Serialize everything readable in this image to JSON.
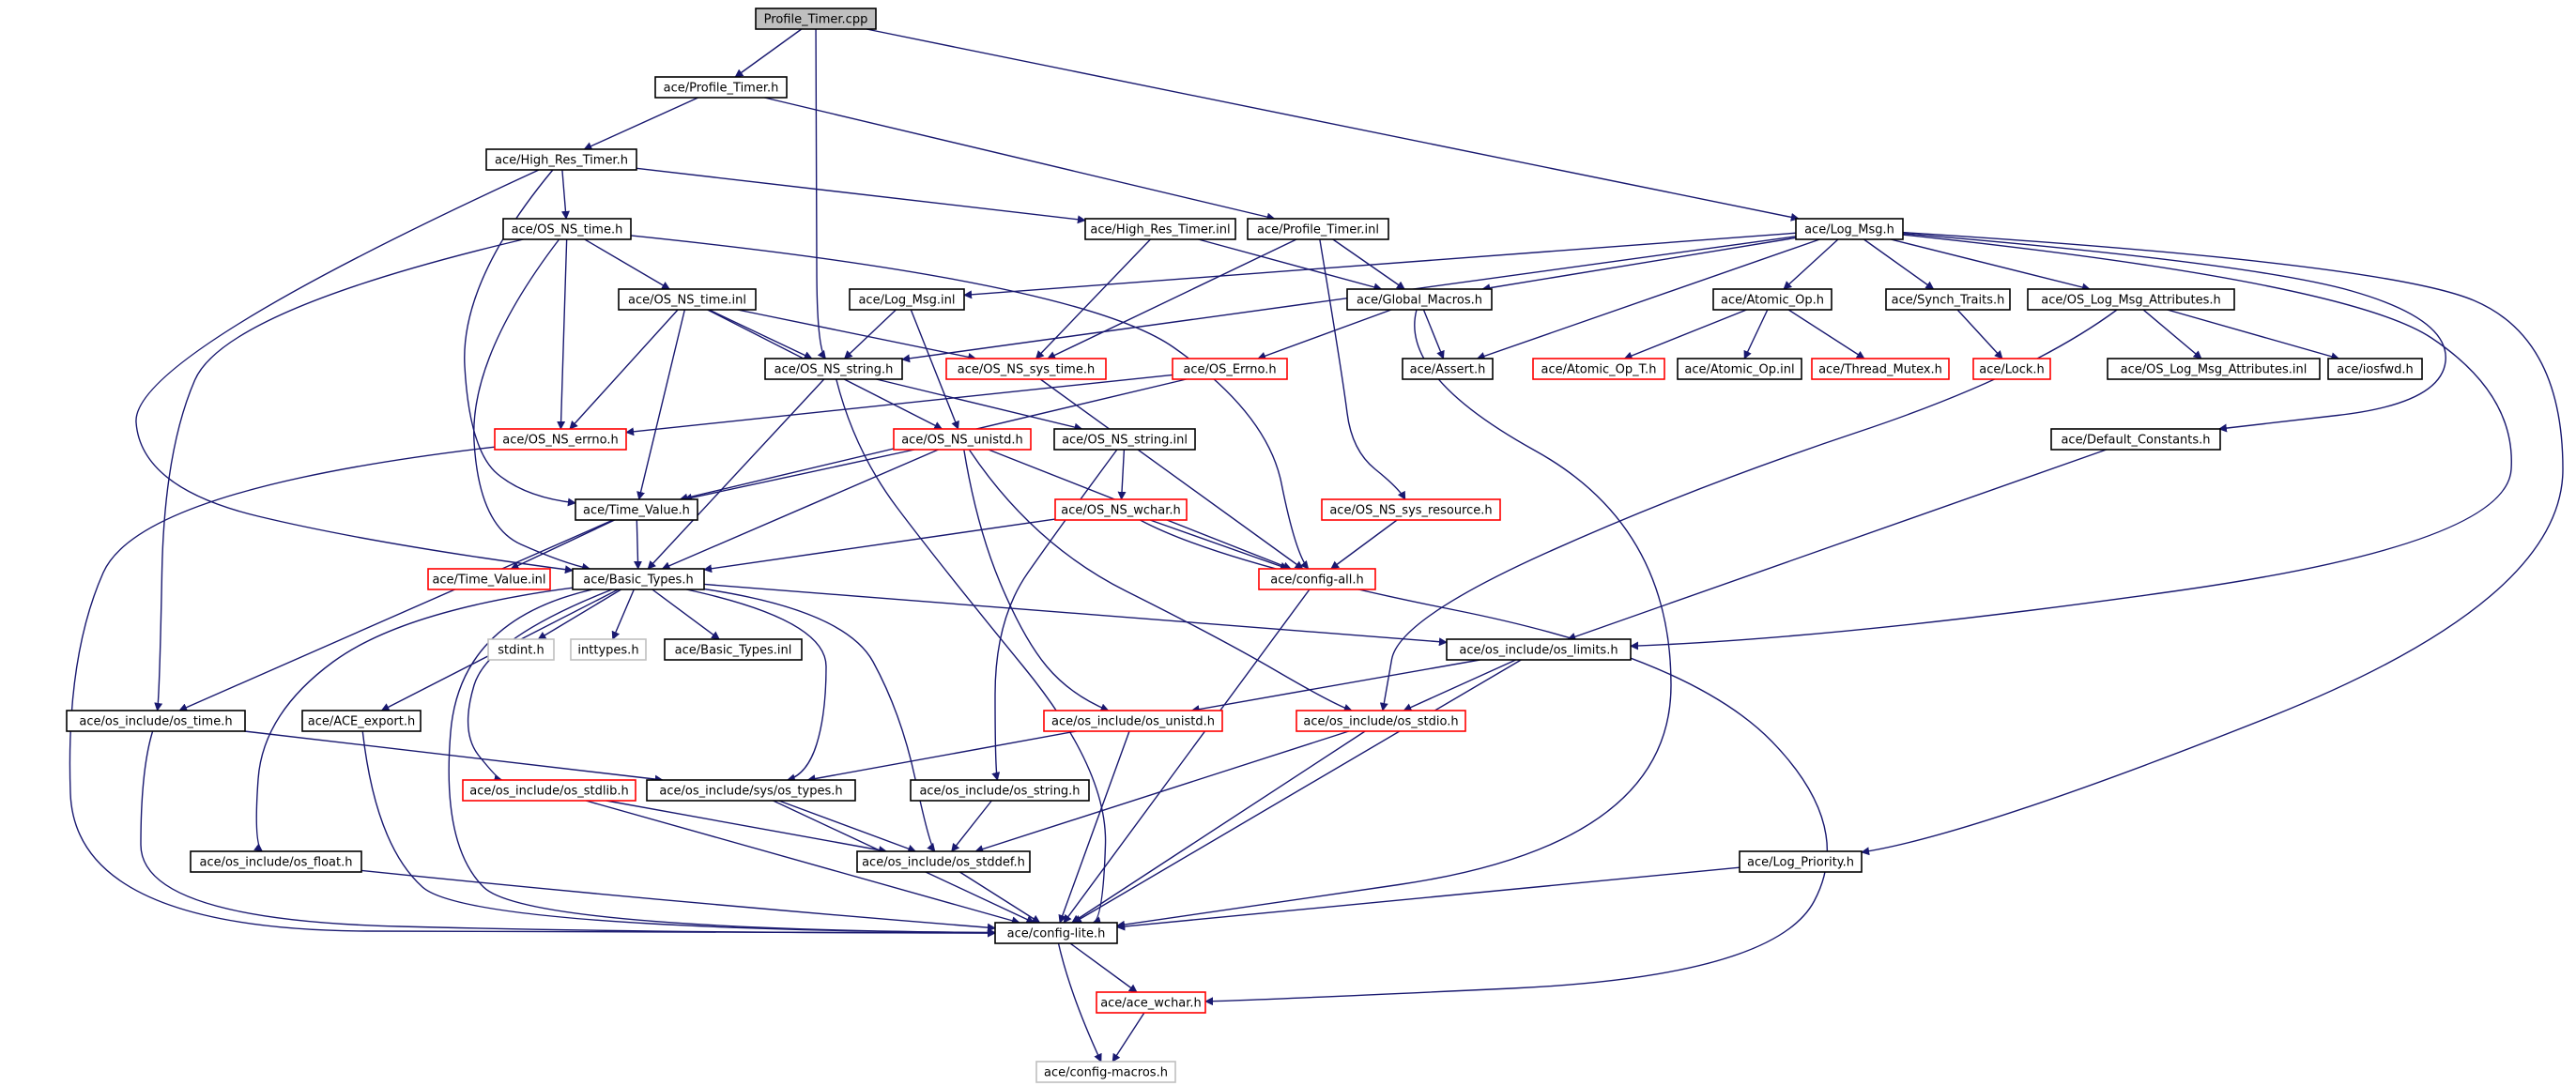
{
  "colors": {
    "edge": "#191970",
    "border_black": "#000000",
    "border_red": "#ff0000",
    "border_gray": "#bfbfbf",
    "root_fill": "#bfbfbf",
    "node_fill": "#ffffff"
  },
  "nodes": [
    {
      "id": "profile_timer_cpp",
      "label": "Profile_Timer.cpp",
      "style": "root"
    },
    {
      "id": "profile_timer_h",
      "label": "ace/Profile_Timer.h",
      "style": "black"
    },
    {
      "id": "high_res_timer_h",
      "label": "ace/High_Res_Timer.h",
      "style": "black"
    },
    {
      "id": "os_ns_time_h",
      "label": "ace/OS_NS_time.h",
      "style": "black"
    },
    {
      "id": "high_res_timer_inl",
      "label": "ace/High_Res_Timer.inl",
      "style": "black"
    },
    {
      "id": "profile_timer_inl",
      "label": "ace/Profile_Timer.inl",
      "style": "black"
    },
    {
      "id": "log_msg_h",
      "label": "ace/Log_Msg.h",
      "style": "black"
    },
    {
      "id": "os_ns_time_inl",
      "label": "ace/OS_NS_time.inl",
      "style": "black"
    },
    {
      "id": "log_msg_inl",
      "label": "ace/Log_Msg.inl",
      "style": "black"
    },
    {
      "id": "global_macros_h",
      "label": "ace/Global_Macros.h",
      "style": "black"
    },
    {
      "id": "atomic_op_h",
      "label": "ace/Atomic_Op.h",
      "style": "black"
    },
    {
      "id": "synch_traits_h",
      "label": "ace/Synch_Traits.h",
      "style": "black"
    },
    {
      "id": "os_log_msg_attributes_h",
      "label": "ace/OS_Log_Msg_Attributes.h",
      "style": "black"
    },
    {
      "id": "os_ns_string_h",
      "label": "ace/OS_NS_string.h",
      "style": "black"
    },
    {
      "id": "os_ns_sys_time_h",
      "label": "ace/OS_NS_sys_time.h",
      "style": "red"
    },
    {
      "id": "os_errno_h",
      "label": "ace/OS_Errno.h",
      "style": "red"
    },
    {
      "id": "assert_h",
      "label": "ace/Assert.h",
      "style": "black"
    },
    {
      "id": "atomic_op_t_h",
      "label": "ace/Atomic_Op_T.h",
      "style": "red"
    },
    {
      "id": "atomic_op_inl",
      "label": "ace/Atomic_Op.inl",
      "style": "black"
    },
    {
      "id": "thread_mutex_h",
      "label": "ace/Thread_Mutex.h",
      "style": "red"
    },
    {
      "id": "lock_h",
      "label": "ace/Lock.h",
      "style": "red"
    },
    {
      "id": "os_log_msg_attributes_inl",
      "label": "ace/OS_Log_Msg_Attributes.inl",
      "style": "black"
    },
    {
      "id": "iosfwd_h",
      "label": "ace/iosfwd.h",
      "style": "black"
    },
    {
      "id": "os_ns_errno_h",
      "label": "ace/OS_NS_errno.h",
      "style": "red"
    },
    {
      "id": "os_ns_unistd_h",
      "label": "ace/OS_NS_unistd.h",
      "style": "red"
    },
    {
      "id": "os_ns_string_inl",
      "label": "ace/OS_NS_string.inl",
      "style": "black"
    },
    {
      "id": "default_constants_h",
      "label": "ace/Default_Constants.h",
      "style": "black"
    },
    {
      "id": "time_value_h",
      "label": "ace/Time_Value.h",
      "style": "black"
    },
    {
      "id": "os_ns_wchar_h",
      "label": "ace/OS_NS_wchar.h",
      "style": "red"
    },
    {
      "id": "os_ns_sys_resource_h",
      "label": "ace/OS_NS_sys_resource.h",
      "style": "red"
    },
    {
      "id": "time_value_inl",
      "label": "ace/Time_Value.inl",
      "style": "red"
    },
    {
      "id": "basic_types_h",
      "label": "ace/Basic_Types.h",
      "style": "black"
    },
    {
      "id": "config_all_h",
      "label": "ace/config-all.h",
      "style": "red"
    },
    {
      "id": "stdint_h",
      "label": "stdint.h",
      "style": "gray"
    },
    {
      "id": "inttypes_h",
      "label": "inttypes.h",
      "style": "gray"
    },
    {
      "id": "basic_types_inl",
      "label": "ace/Basic_Types.inl",
      "style": "black"
    },
    {
      "id": "os_limits_h",
      "label": "ace/os_include/os_limits.h",
      "style": "black"
    },
    {
      "id": "os_time_h",
      "label": "ace/os_include/os_time.h",
      "style": "black"
    },
    {
      "id": "ace_export_h",
      "label": "ace/ACE_export.h",
      "style": "black"
    },
    {
      "id": "os_unistd_h",
      "label": "ace/os_include/os_unistd.h",
      "style": "red"
    },
    {
      "id": "os_stdio_h",
      "label": "ace/os_include/os_stdio.h",
      "style": "red"
    },
    {
      "id": "os_stdlib_h",
      "label": "ace/os_include/os_stdlib.h",
      "style": "red"
    },
    {
      "id": "sys_os_types_h",
      "label": "ace/os_include/sys/os_types.h",
      "style": "black"
    },
    {
      "id": "os_string_h",
      "label": "ace/os_include/os_string.h",
      "style": "black"
    },
    {
      "id": "os_float_h",
      "label": "ace/os_include/os_float.h",
      "style": "black"
    },
    {
      "id": "os_stddef_h",
      "label": "ace/os_include/os_stddef.h",
      "style": "black"
    },
    {
      "id": "log_priority_h",
      "label": "ace/Log_Priority.h",
      "style": "black"
    },
    {
      "id": "config_lite_h",
      "label": "ace/config-lite.h",
      "style": "black"
    },
    {
      "id": "ace_wchar_h",
      "label": "ace/ace_wchar.h",
      "style": "red"
    },
    {
      "id": "config_macros_h",
      "label": "ace/config-macros.h",
      "style": "gray"
    }
  ],
  "edges": [
    [
      "profile_timer_cpp",
      "profile_timer_h"
    ],
    [
      "profile_timer_cpp",
      "os_ns_string_h"
    ],
    [
      "profile_timer_cpp",
      "log_msg_h"
    ],
    [
      "profile_timer_h",
      "high_res_timer_h"
    ],
    [
      "profile_timer_h",
      "profile_timer_inl"
    ],
    [
      "high_res_timer_h",
      "os_ns_time_h"
    ],
    [
      "high_res_timer_h",
      "high_res_timer_inl"
    ],
    [
      "high_res_timer_h",
      "basic_types_h"
    ],
    [
      "high_res_timer_h",
      "time_value_h"
    ],
    [
      "os_ns_time_h",
      "os_ns_time_inl"
    ],
    [
      "os_ns_time_h",
      "os_ns_errno_h"
    ],
    [
      "os_ns_time_h",
      "basic_types_h"
    ],
    [
      "os_ns_time_h",
      "os_time_h"
    ],
    [
      "os_ns_time_h",
      "config_all_h"
    ],
    [
      "high_res_timer_inl",
      "global_macros_h"
    ],
    [
      "high_res_timer_inl",
      "os_ns_sys_time_h"
    ],
    [
      "profile_timer_inl",
      "global_macros_h"
    ],
    [
      "profile_timer_inl",
      "os_ns_sys_time_h"
    ],
    [
      "profile_timer_inl",
      "os_ns_sys_resource_h"
    ],
    [
      "log_msg_h",
      "log_msg_inl"
    ],
    [
      "log_msg_h",
      "global_macros_h"
    ],
    [
      "log_msg_h",
      "atomic_op_h"
    ],
    [
      "log_msg_h",
      "synch_traits_h"
    ],
    [
      "log_msg_h",
      "os_log_msg_attributes_h"
    ],
    [
      "log_msg_h",
      "assert_h"
    ],
    [
      "log_msg_h",
      "default_constants_h"
    ],
    [
      "log_msg_h",
      "os_limits_h"
    ],
    [
      "log_msg_h",
      "log_priority_h"
    ],
    [
      "log_msg_h",
      "os_ns_string_h"
    ],
    [
      "os_ns_time_inl",
      "os_ns_string_h"
    ],
    [
      "os_ns_time_inl",
      "os_ns_sys_time_h"
    ],
    [
      "os_ns_time_inl",
      "os_ns_errno_h"
    ],
    [
      "os_ns_time_inl",
      "os_ns_unistd_h"
    ],
    [
      "os_ns_time_inl",
      "time_value_h"
    ],
    [
      "log_msg_inl",
      "os_ns_string_h"
    ],
    [
      "log_msg_inl",
      "os_ns_unistd_h"
    ],
    [
      "global_macros_h",
      "assert_h"
    ],
    [
      "global_macros_h",
      "os_errno_h"
    ],
    [
      "global_macros_h",
      "config_lite_h"
    ],
    [
      "atomic_op_h",
      "atomic_op_t_h"
    ],
    [
      "atomic_op_h",
      "atomic_op_inl"
    ],
    [
      "atomic_op_h",
      "thread_mutex_h"
    ],
    [
      "synch_traits_h",
      "lock_h"
    ],
    [
      "os_log_msg_attributes_h",
      "os_log_msg_attributes_inl"
    ],
    [
      "os_log_msg_attributes_h",
      "iosfwd_h"
    ],
    [
      "os_log_msg_attributes_h",
      "os_stdio_h"
    ],
    [
      "os_ns_string_h",
      "os_ns_string_inl"
    ],
    [
      "os_ns_string_h",
      "basic_types_h"
    ],
    [
      "os_ns_string_h",
      "config_lite_h"
    ],
    [
      "os_ns_sys_time_h",
      "config_all_h"
    ],
    [
      "os_errno_h",
      "os_ns_errno_h"
    ],
    [
      "os_errno_h",
      "time_value_h"
    ],
    [
      "os_ns_errno_h",
      "config_lite_h"
    ],
    [
      "os_ns_unistd_h",
      "time_value_h"
    ],
    [
      "os_ns_unistd_h",
      "basic_types_h"
    ],
    [
      "os_ns_unistd_h",
      "config_all_h"
    ],
    [
      "os_ns_unistd_h",
      "os_unistd_h"
    ],
    [
      "os_ns_unistd_h",
      "os_stdio_h"
    ],
    [
      "os_ns_string_inl",
      "os_ns_wchar_h"
    ],
    [
      "os_ns_string_inl",
      "os_string_h"
    ],
    [
      "default_constants_h",
      "os_limits_h"
    ],
    [
      "time_value_h",
      "basic_types_h"
    ],
    [
      "time_value_h",
      "time_value_inl"
    ],
    [
      "time_value_h",
      "os_time_h"
    ],
    [
      "os_ns_wchar_h",
      "basic_types_h"
    ],
    [
      "os_ns_wchar_h",
      "config_all_h"
    ],
    [
      "os_ns_wchar_h",
      "ace_wchar_h"
    ],
    [
      "os_ns_sys_resource_h",
      "config_all_h"
    ],
    [
      "basic_types_h",
      "stdint_h"
    ],
    [
      "basic_types_h",
      "inttypes_h"
    ],
    [
      "basic_types_h",
      "basic_types_inl"
    ],
    [
      "basic_types_h",
      "os_limits_h"
    ],
    [
      "basic_types_h",
      "ace_export_h"
    ],
    [
      "basic_types_h",
      "os_stdlib_h"
    ],
    [
      "basic_types_h",
      "sys_os_types_h"
    ],
    [
      "basic_types_h",
      "os_float_h"
    ],
    [
      "basic_types_h",
      "os_stddef_h"
    ],
    [
      "basic_types_h",
      "config_lite_h"
    ],
    [
      "config_all_h",
      "config_lite_h"
    ],
    [
      "os_limits_h",
      "os_unistd_h"
    ],
    [
      "os_limits_h",
      "os_stdio_h"
    ],
    [
      "os_limits_h",
      "config_lite_h"
    ],
    [
      "os_time_h",
      "sys_os_types_h"
    ],
    [
      "os_time_h",
      "config_lite_h"
    ],
    [
      "ace_export_h",
      "config_lite_h"
    ],
    [
      "os_unistd_h",
      "sys_os_types_h"
    ],
    [
      "os_unistd_h",
      "config_lite_h"
    ],
    [
      "os_stdio_h",
      "os_stddef_h"
    ],
    [
      "os_stdio_h",
      "config_lite_h"
    ],
    [
      "os_stdlib_h",
      "os_stddef_h"
    ],
    [
      "os_stdlib_h",
      "config_lite_h"
    ],
    [
      "sys_os_types_h",
      "os_stddef_h"
    ],
    [
      "sys_os_types_h",
      "config_lite_h"
    ],
    [
      "os_string_h",
      "os_stddef_h"
    ],
    [
      "os_float_h",
      "config_lite_h"
    ],
    [
      "os_stddef_h",
      "config_lite_h"
    ],
    [
      "log_priority_h",
      "config_lite_h"
    ],
    [
      "config_lite_h",
      "ace_wchar_h"
    ],
    [
      "config_lite_h",
      "config_macros_h"
    ],
    [
      "ace_wchar_h",
      "config_macros_h"
    ]
  ]
}
